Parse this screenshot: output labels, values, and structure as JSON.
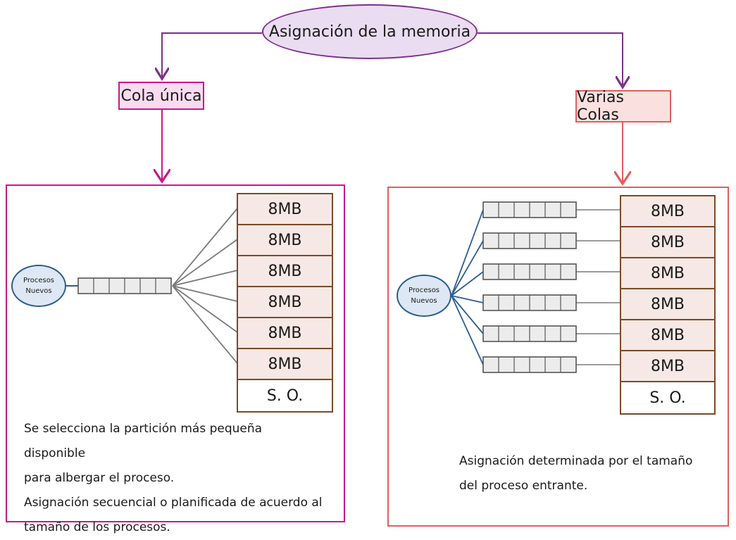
{
  "root": {
    "label": "Asignación de la memoria"
  },
  "left_branch": {
    "label": "Cola única",
    "partitions": [
      "8MB",
      "8MB",
      "8MB",
      "8MB",
      "8MB",
      "8MB",
      "S. O."
    ],
    "node": {
      "line1": "Procesos",
      "line2": "Nuevos"
    },
    "queue_slots": 6,
    "description": [
      "Se selecciona la partición más pequeña disponible",
      "para albergar el proceso.",
      "Asignación secuencial o planificada de acuerdo al",
      "tamaño de los procesos."
    ]
  },
  "right_branch": {
    "label": "Varias Colas",
    "partitions": [
      "8MB",
      "8MB",
      "8MB",
      "8MB",
      "8MB",
      "8MB",
      "S. O."
    ],
    "node": {
      "line1": "Procesos",
      "line2": "Nuevos"
    },
    "queue_count": 6,
    "queue_slots": 6,
    "description": [
      "Asignación determinada por el tamaño",
      "del proceso entrante."
    ]
  },
  "colors": {
    "root": "#7d2f8e",
    "left": "#c8198c",
    "right": "#e25e5e",
    "partition_border": "#7a4a2a",
    "node_border": "#2d5d8e",
    "link_gray": "#7a7a7a"
  }
}
